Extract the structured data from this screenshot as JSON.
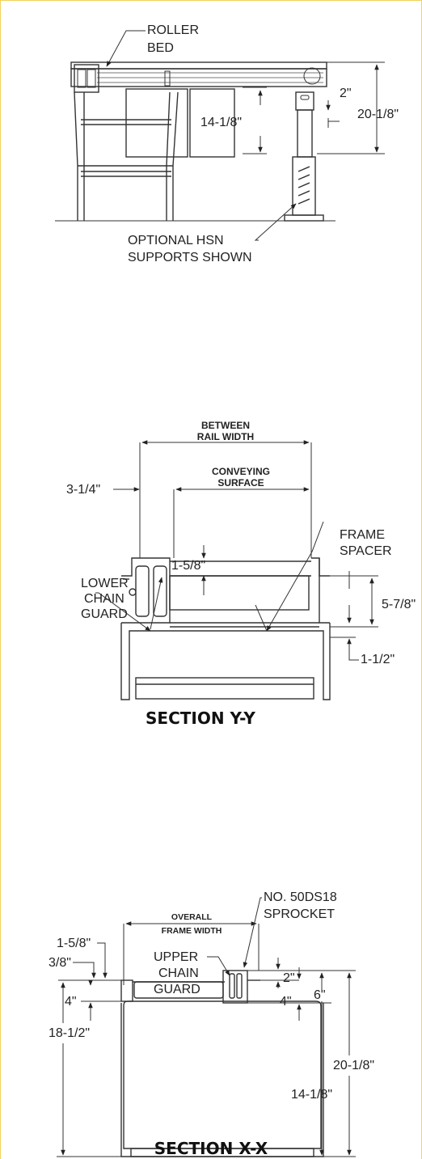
{
  "side_view": {
    "label_roller": "ROLLER",
    "label_bed": "BED",
    "dim_2": "2\"",
    "dim_20_1_8": "20-1/8\"",
    "dim_14_1_8": "14-1/8\"",
    "label_optional": "OPTIONAL HSN",
    "label_supports": "SUPPORTS SHOWN"
  },
  "section_yy": {
    "between": "BETWEEN",
    "rail_width": "RAIL WIDTH",
    "conveying": "CONVEYING",
    "surface": "SURFACE",
    "dim_3_1_4": "3-1/4\"",
    "frame": "FRAME",
    "spacer": "SPACER",
    "dim_1_5_8": "1-5/8\"",
    "lower": "LOWER",
    "chain": "CHAIN",
    "guard": "GUARD",
    "dim_5_7_8": "5-7/8\"",
    "dim_1_1_2": "1-1/2\"",
    "title": "SECTION Y-Y"
  },
  "section_xx": {
    "overall": "OVERALL",
    "frame_width": "FRAME WIDTH",
    "sprocket_no": "NO. 50DS18",
    "sprocket": "SPROCKET",
    "dim_1_5_8": "1-5/8\"",
    "dim_3_8": "3/8\"",
    "upper": "UPPER",
    "chain": "CHAIN",
    "guard": "GUARD",
    "dim_2": "2\"",
    "dim_4_left": "4\"",
    "dim_4_right": "4\"",
    "dim_6": "6\"",
    "dim_18_1_2": "18-1/2\"",
    "dim_20_1_8": "20-1/8\"",
    "dim_14_1_8": "14-1/8\"",
    "title": "SECTION X-X"
  }
}
